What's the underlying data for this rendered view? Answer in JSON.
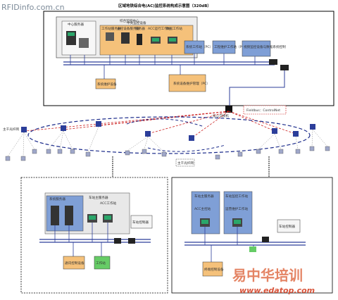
{
  "header": {
    "watermark_left": "RFIDinfo.com.cn",
    "title": "区域地铁综合电(AC)监控系统构成示意图（320dB）"
  },
  "top_panel": {
    "center_box": "综合监控中心",
    "sub_a": "中心服务器",
    "sub_b": "中央监控设备",
    "nodes": [
      "工作站服务器",
      "主控设备服务器",
      "服务器",
      "ACC运行工作站",
      "数据工作站"
    ],
    "box_right_1": "系统工作站（PC）",
    "box_right_2": "工程维护工作站（PC）",
    "box_right_3": "视频监控设备与数据系统控制",
    "box_bottom_center": "系统设备维护管理（PC）",
    "box_bottom_left": "系统维护设备"
  },
  "middle": {
    "callout": "Fieldbus：ControlNet",
    "center_switch": "核心交换机",
    "left_label": "主干光纤网",
    "right_label": "主干光纤网"
  },
  "bottom_left": {
    "box_main": "车站主服务器",
    "sub_1": "系统服务器",
    "sub_2": "ACC工作站",
    "box_right": "车站控制器",
    "box_bottom_1": "通讯控制设备",
    "box_bottom_2": "工作站"
  },
  "bottom_right": {
    "box_1": "车站主服务器",
    "box_2": "车站监控工作站",
    "sub_1": "ACC主控站",
    "sub_2": "运营维护工作站",
    "box_right": "车站控制器",
    "box_bottom": "终端控制设备"
  },
  "watermark_bottom": {
    "text_cn": "易中华培训",
    "text_url": "www.edatop.com"
  },
  "colors": {
    "frame": "#000000",
    "bus_blue": "#2c3e9a",
    "box_fill": "#f5f5f5",
    "orange_box": "#f5c17a",
    "blue_box": "#7f9fd6",
    "green_box": "#66cc66",
    "red_dash": "#cc2222",
    "navy_dash": "#1a2a8a"
  }
}
